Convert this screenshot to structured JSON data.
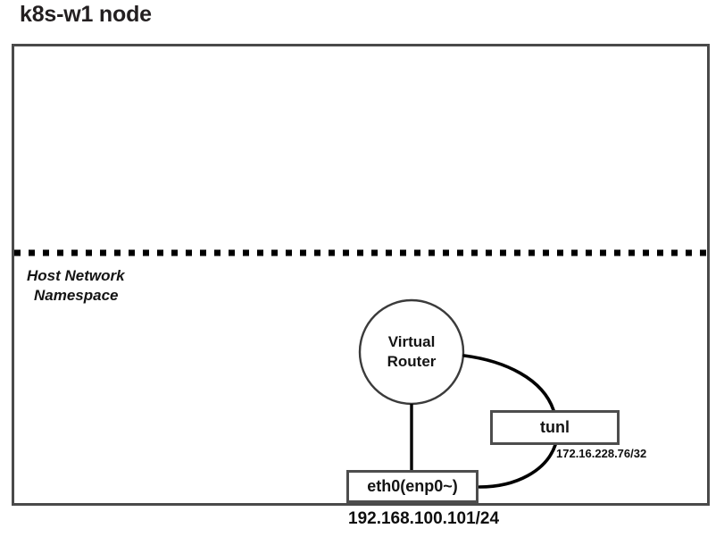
{
  "diagram": {
    "title": "k8s-w1 node",
    "namespace_label": {
      "line1": "Host Network",
      "line2": "Namespace"
    },
    "nodes": {
      "virtual_router": {
        "label_line1": "Virtual",
        "label_line2": "Router",
        "shape": "circle"
      },
      "tunl": {
        "label": "tunl",
        "ip": "172.16.228.76/32",
        "shape": "rectangle"
      },
      "eth0": {
        "label": "eth0(enp0~)",
        "ip": "192.168.100.101/24",
        "shape": "rectangle"
      }
    },
    "colors": {
      "border": "#4a4a4a",
      "connector": "#000000",
      "text": "#141414",
      "background": "#ffffff"
    }
  }
}
